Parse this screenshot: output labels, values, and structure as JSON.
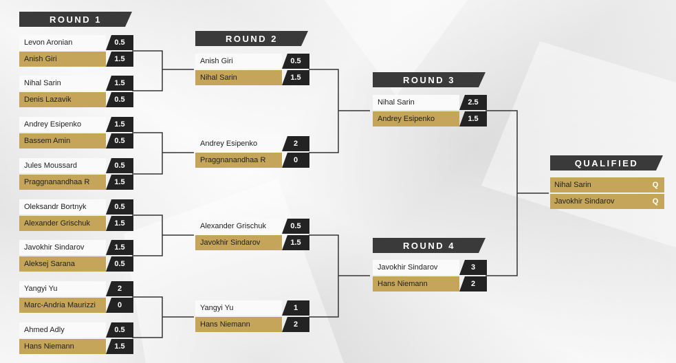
{
  "headers": {
    "round1": "ROUND 1",
    "round2": "ROUND 2",
    "round3": "ROUND 3",
    "round4": "ROUND 4",
    "qualified": "QUALIFIED"
  },
  "round1": [
    {
      "p1": "Levon Aronian",
      "s1": "0.5",
      "p2": "Anish Giri",
      "s2": "1.5"
    },
    {
      "p1": "Nihal Sarin",
      "s1": "1.5",
      "p2": "Denis Lazavik",
      "s2": "0.5"
    },
    {
      "p1": "Andrey Esipenko",
      "s1": "1.5",
      "p2": "Bassem Amin",
      "s2": "0.5"
    },
    {
      "p1": "Jules Moussard",
      "s1": "0.5",
      "p2": "Praggnanandhaa R",
      "s2": "1.5"
    },
    {
      "p1": "Oleksandr Bortnyk",
      "s1": "0.5",
      "p2": "Alexander Grischuk",
      "s2": "1.5"
    },
    {
      "p1": "Javokhir Sindarov",
      "s1": "1.5",
      "p2": "Aleksej Sarana",
      "s2": "0.5"
    },
    {
      "p1": "Yangyi Yu",
      "s1": "2",
      "p2": "Marc-Andria Maurizzi",
      "s2": "0"
    },
    {
      "p1": "Ahmed Adly",
      "s1": "0.5",
      "p2": "Hans Niemann",
      "s2": "1.5"
    }
  ],
  "round2": [
    {
      "p1": "Anish Giri",
      "s1": "0.5",
      "p2": "Nihal Sarin",
      "s2": "1.5"
    },
    {
      "p1": "Andrey Esipenko",
      "s1": "2",
      "p2": "Praggnanandhaa R",
      "s2": "0"
    },
    {
      "p1": "Alexander Grischuk",
      "s1": "0.5",
      "p2": "Javokhir Sindarov",
      "s2": "1.5"
    },
    {
      "p1": "Yangyi Yu",
      "s1": "1",
      "p2": "Hans Niemann",
      "s2": "2"
    }
  ],
  "round3": {
    "p1": "Nihal Sarin",
    "s1": "2.5",
    "p2": "Andrey Esipenko",
    "s2": "1.5"
  },
  "round4": {
    "p1": "Javokhir Sindarov",
    "s1": "3",
    "p2": "Hans Niemann",
    "s2": "2"
  },
  "qualified": [
    {
      "name": "Nihal Sarin",
      "mark": "Q"
    },
    {
      "name": "Javokhir Sindarov",
      "mark": "Q"
    }
  ]
}
